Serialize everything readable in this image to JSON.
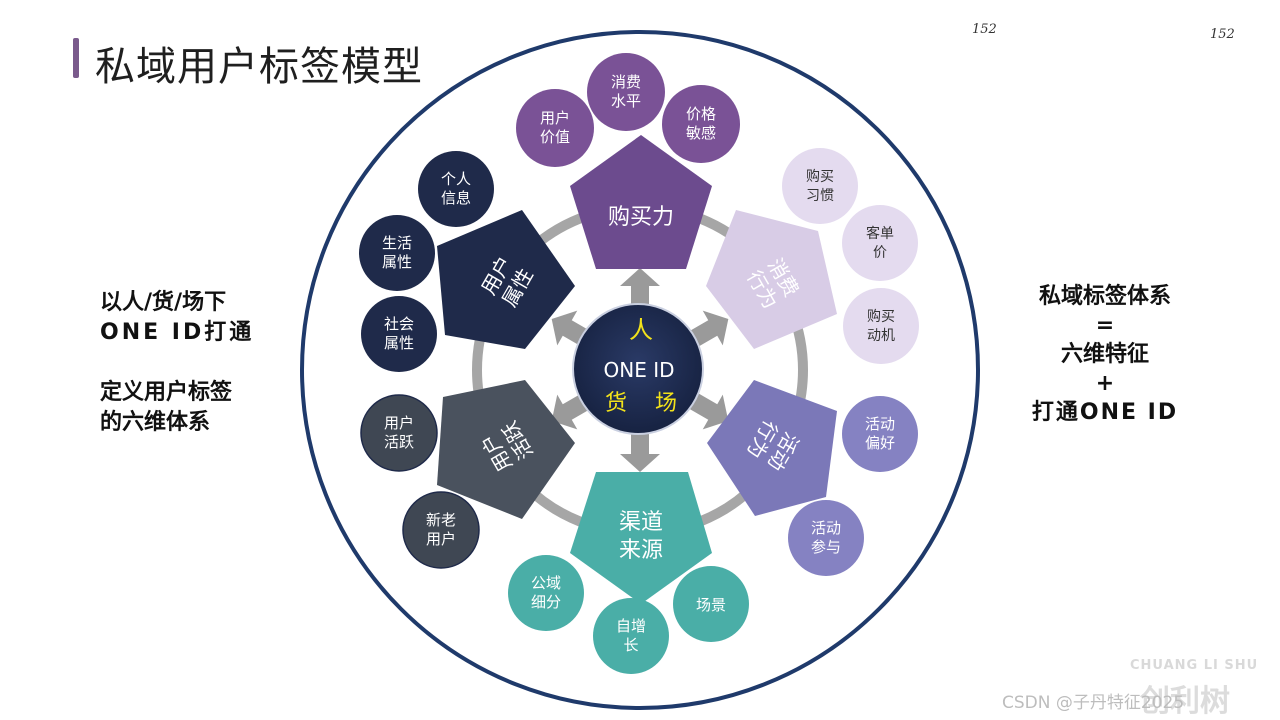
{
  "title": "私域用户标签模型",
  "page_numbers": [
    "152",
    "152"
  ],
  "left_text": {
    "line1": "以人/货/场下",
    "line2": "ONE ID打通",
    "line3": "定义用户标签",
    "line4": "的六维体系"
  },
  "right_text": {
    "line1": "私域标签体系",
    "line2": "=",
    "line3": "六维特征",
    "line4": "+",
    "line5": "打通ONE ID"
  },
  "center": {
    "top": "人",
    "middle": "ONE ID",
    "bottom": "货    场"
  },
  "pentagons": {
    "purchase": "购买力",
    "consume": [
      "消费",
      "行为"
    ],
    "activity": [
      "活动",
      "行为"
    ],
    "channel": [
      "渠道",
      "来源"
    ],
    "user_activity": [
      "用户",
      "活跃"
    ],
    "user_attr": [
      "用户",
      "属性"
    ]
  },
  "circles": {
    "user_value": [
      "用户",
      "价值"
    ],
    "consume_level": [
      "消费",
      "水平"
    ],
    "price_sensitive": [
      "价格",
      "敏感"
    ],
    "buy_habit": [
      "购买",
      "习惯"
    ],
    "order_price": [
      "客单",
      "价"
    ],
    "buy_motive": [
      "购买",
      "动机"
    ],
    "activity_pref": [
      "活动",
      "偏好"
    ],
    "activity_join": [
      "活动",
      "参与"
    ],
    "scene": [
      "场景"
    ],
    "self_growth": [
      "自增",
      "长"
    ],
    "public_segment": [
      "公域",
      "细分"
    ],
    "new_old_user": [
      "新老",
      "用户"
    ],
    "user_active": [
      "用户",
      "活跃"
    ],
    "social_attr": [
      "社会",
      "属性"
    ],
    "life_attr": [
      "生活",
      "属性"
    ],
    "personal_info": [
      "个人",
      "信息"
    ]
  },
  "watermark": {
    "brand": "CHUANG LI SHU",
    "cn": "创利树",
    "csdn": "CSDN @子丹特征2025"
  },
  "colors": {
    "purple": "#6c4b8e",
    "lavender": "#d8cce6",
    "violet": "#7b78b8",
    "teal": "#4aaea7",
    "slate": "#4a525e",
    "navy": "#1f2a4a",
    "ring": "#1f3a6b",
    "center_yellow": "#f2e21a"
  }
}
